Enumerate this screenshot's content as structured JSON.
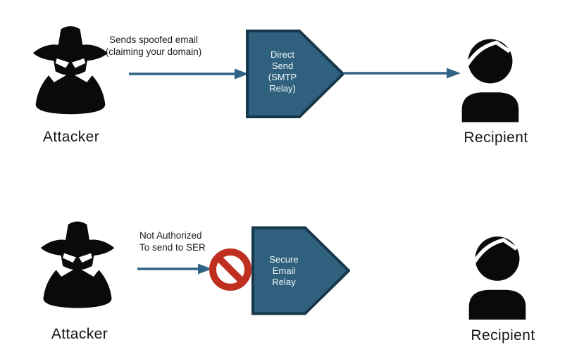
{
  "colors": {
    "background": "#ffffff",
    "icon_black": "#0a0a0a",
    "node_fill": "#2f617e",
    "node_border": "#17374b",
    "node_text": "#f2f6f8",
    "arrow": "#2f6484",
    "prohibition_red": "#bf2f1f",
    "label_text": "#161616"
  },
  "icons": {
    "attacker": "spy-silhouette-icon",
    "recipient": "person-silhouette-icon",
    "blocked": "no-entry-icon"
  },
  "scenario_allowed": {
    "actor_label": "Attacker",
    "annotation": [
      "Sends spoofed email",
      "(claiming your domain)"
    ],
    "node_lines": [
      "Direct",
      "Send",
      "(SMTP",
      "Relay)"
    ],
    "recipient_label": "Recipient"
  },
  "scenario_blocked": {
    "actor_label": "Attacker",
    "annotation": [
      "Not Authorized",
      "To send to SER"
    ],
    "node_lines": [
      "Secure",
      "Email",
      "Relay"
    ],
    "recipient_label": "Recipient"
  }
}
